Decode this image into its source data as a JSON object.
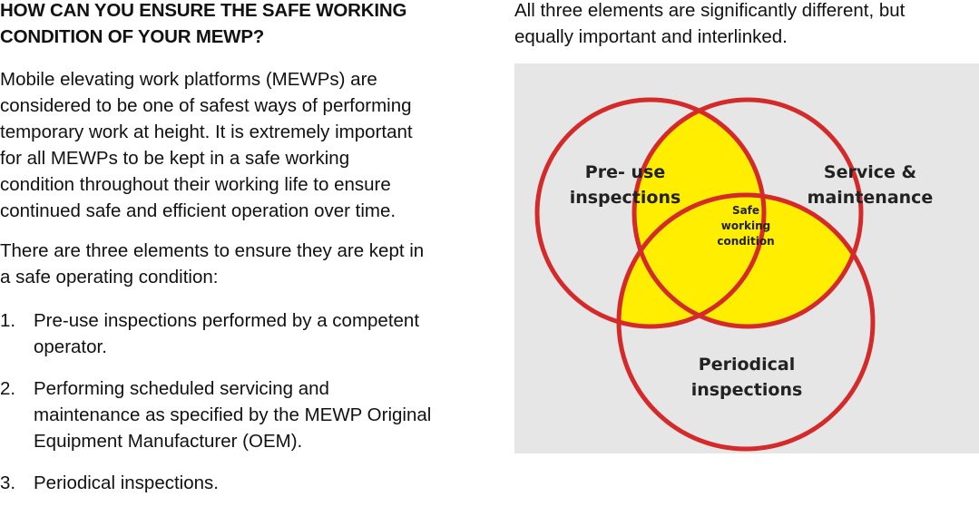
{
  "left": {
    "heading_line1": "HOW CAN YOU ENSURE THE SAFE WORKING",
    "heading_line2": "CONDITION OF YOUR MEWP?",
    "paragraph1": [
      "Mobile elevating work platforms (MEWPs) are",
      "considered to be one of safest ways of performing",
      "temporary work at height. It is extremely important",
      "for all MEWPs to be kept in a safe working",
      "condition throughout their working life to ensure",
      "continued safe and efficient operation over time."
    ],
    "paragraph2": [
      "There are three elements to ensure they are kept in",
      "a safe operating condition:"
    ],
    "list": [
      {
        "num": "1.",
        "lines": [
          "Pre-use inspections performed by a competent",
          "operator."
        ]
      },
      {
        "num": "2.",
        "lines": [
          "Performing scheduled servicing and",
          "maintenance as specified by the MEWP Original",
          "Equipment Manufacturer (OEM)."
        ]
      },
      {
        "num": "3.",
        "lines": [
          "Periodical inspections."
        ]
      }
    ]
  },
  "right": {
    "intro_line1": "All three elements are significantly different, but",
    "intro_line2": "equally important and interlinked."
  },
  "diagram": {
    "circle_stroke_color": "#d42a2a",
    "overlap_fill_color": "#ffee00",
    "panel_color": "#e6e6e6",
    "labels": {
      "pre_use_line1": "Pre- use",
      "pre_use_line2": "inspections",
      "service_line1": "Service &",
      "service_line2": "maintenance",
      "periodical_line1": "Periodical",
      "periodical_line2": "inspections",
      "center_line1": "Safe",
      "center_line2": "working",
      "center_line3": "condition"
    }
  }
}
